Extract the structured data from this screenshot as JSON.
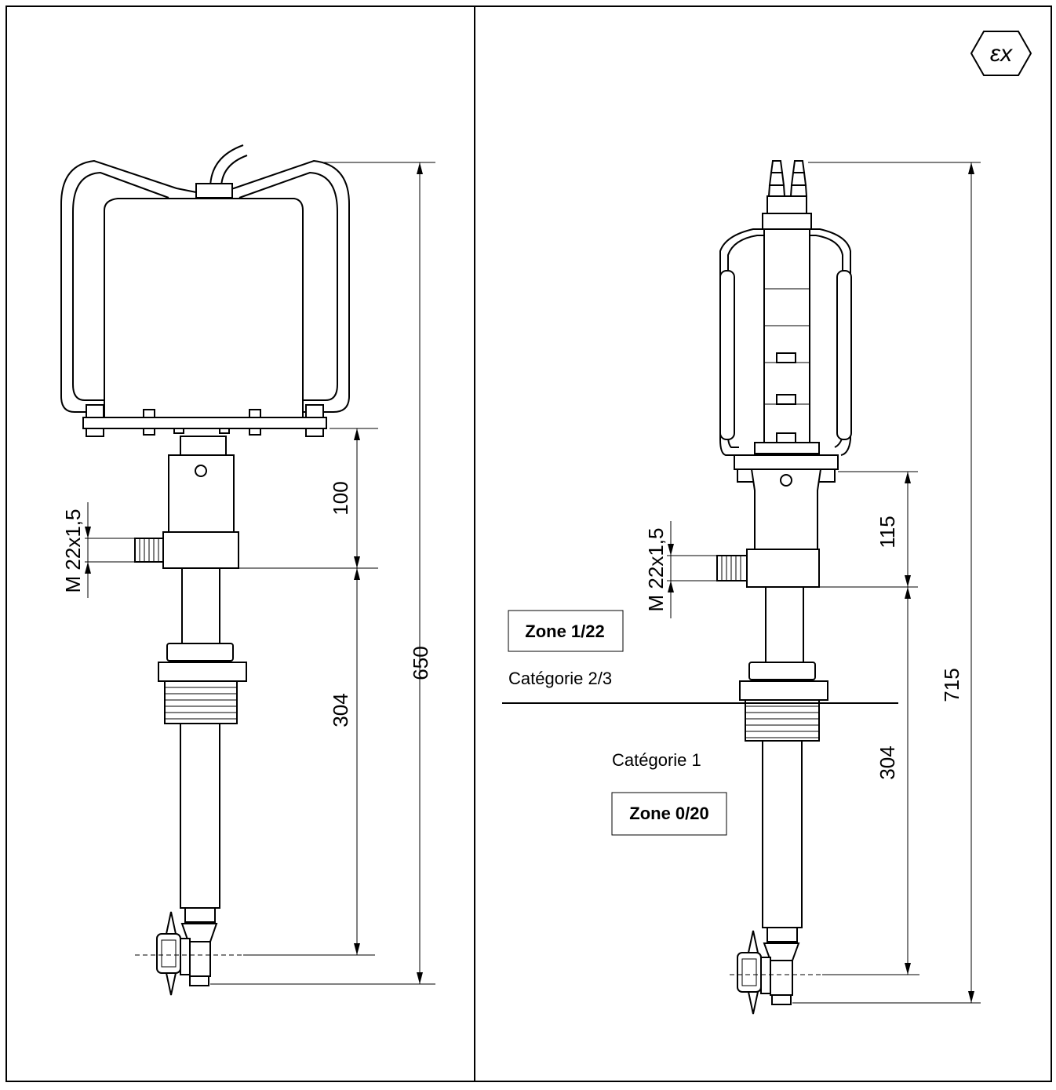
{
  "left_view": {
    "dimensions": {
      "overall_height": "650",
      "upper_section": "100",
      "lower_section": "304",
      "thread": "M 22x1,5"
    }
  },
  "right_view": {
    "dimensions": {
      "overall_height": "715",
      "upper_section": "115",
      "lower_section": "304",
      "thread": "M 22x1,5"
    },
    "zone_upper": "Zone 1/22",
    "category_upper": "Catégorie 2/3",
    "category_lower": "Catégorie 1",
    "zone_lower": "Zone 0/20"
  },
  "ex_mark": "εx"
}
